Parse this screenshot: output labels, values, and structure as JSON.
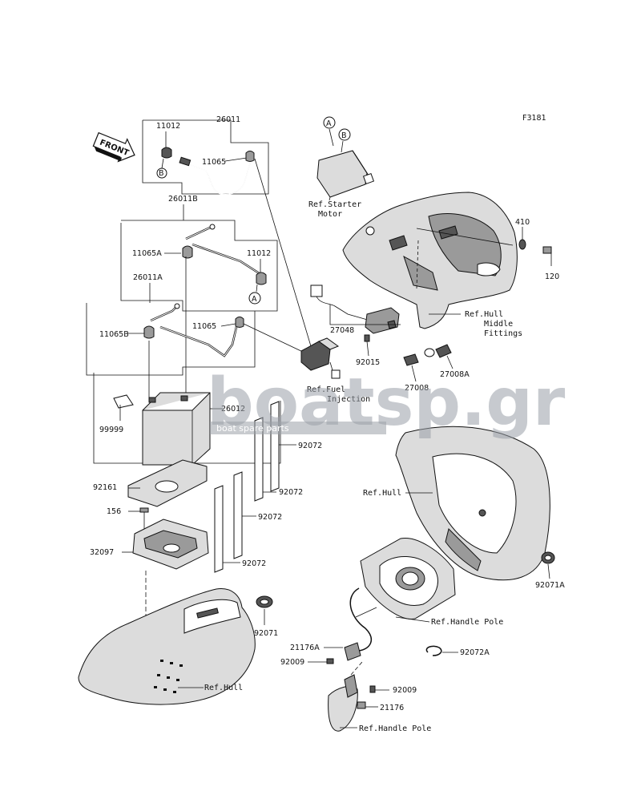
{
  "figure_code": "F3181",
  "front_label": "FRONT",
  "watermark": {
    "brand": "boatsp.gr",
    "tagline": "boat spare parts"
  },
  "markers": {
    "a": "A",
    "b": "B"
  },
  "parts": {
    "p26011": "26011",
    "p11012_top": "11012",
    "p11065_top": "11065",
    "p26011b": "26011B",
    "p11065a": "11065A",
    "p11012_mid": "11012",
    "p26011a": "26011A",
    "p11065b": "11065B",
    "p11065_mid": "11065",
    "p99999": "99999",
    "p26012": "26012",
    "p92072_a": "92072",
    "p92072_b": "92072",
    "p92072_c": "92072",
    "p92072_d": "92072",
    "p92161": "92161",
    "p156": "156",
    "p32097": "32097",
    "p92071": "92071",
    "p410": "410",
    "p120": "120",
    "p27048": "27048",
    "p92015": "92015",
    "p27008": "27008",
    "p27008a": "27008A",
    "p92071a": "92071A",
    "p21176a": "21176A",
    "p92009_a": "92009",
    "p92009_b": "92009",
    "p21176": "21176",
    "p92072a": "92072A"
  },
  "refs": {
    "starter_1": "Ref.Starter",
    "starter_2": "Motor",
    "hull_mid_1": "Ref.Hull",
    "hull_mid_2": "Middle",
    "hull_mid_3": "Fittings",
    "fuel_1": "Ref.Fuel",
    "fuel_2": "Injection",
    "hull_right": "Ref.Hull",
    "handle_pole_1": "Ref.Handle Pole",
    "handle_pole_2": "Ref.Handle Pole",
    "hull_bottom": "Ref.Hull"
  }
}
